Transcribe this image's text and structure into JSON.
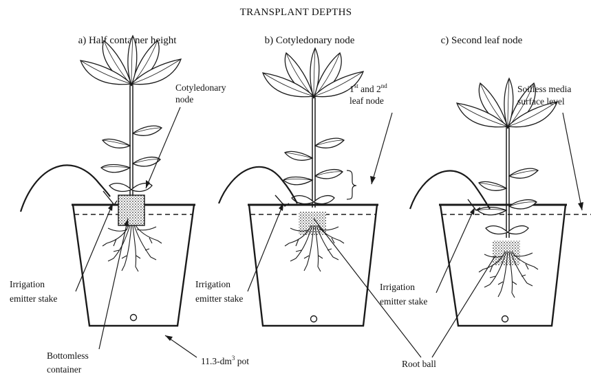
{
  "title": "TRANSPLANT DEPTHS",
  "panels": [
    {
      "label": "a) Half container height"
    },
    {
      "label": "b) Cotyledonary node"
    },
    {
      "label": "c) Second leaf node"
    }
  ],
  "callouts": {
    "cotyledonary_node": [
      "Cotyledonary",
      "node"
    ],
    "leaf_node": {
      "line1_base": "1",
      "line1_sup1": "st",
      "line1_mid": " and 2",
      "line1_sup2": "nd",
      "line2": "leaf node"
    },
    "soilless_media": [
      "Soilless media",
      "surface level"
    ],
    "irrigation_a": [
      "Irrigation",
      "emitter stake"
    ],
    "irrigation_b": [
      "Irrigation",
      "emitter stake"
    ],
    "irrigation_c": [
      "Irrigation",
      "emitter stake"
    ],
    "bottomless_container": [
      "Bottomless",
      "container"
    ],
    "pot": {
      "base": "11.3-dm",
      "sup": "3",
      "tail": " pot"
    },
    "root_ball": "Root ball"
  }
}
